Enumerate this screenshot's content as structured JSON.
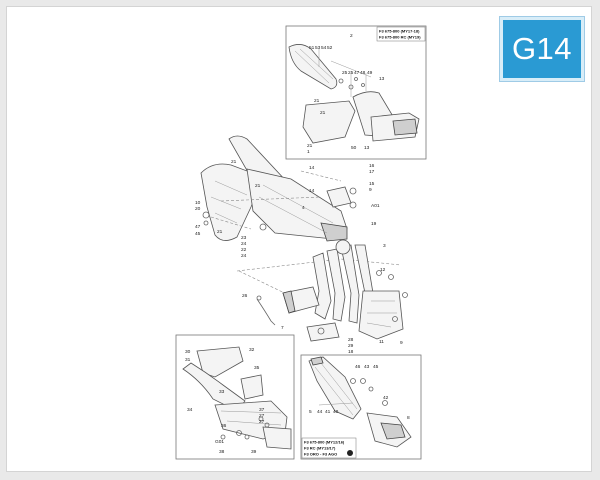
{
  "badge": {
    "label": "G14",
    "color": "#2a9ad3"
  },
  "top_box": {
    "codes": [
      "F3 675-800 (MY17-18)",
      "F3 675-800 RC (MY19)"
    ]
  },
  "bottom_right_box": {
    "codes": [
      "F3 675-800 (MY12/16)",
      "F3 RC (MY13/17)",
      "F3 ORO - F3 AGO"
    ]
  },
  "callouts": {
    "top_box": [
      "2",
      "51",
      "53",
      "54",
      "52",
      "25",
      "25",
      "47",
      "48",
      "49",
      "13",
      "21",
      "21",
      "21",
      "1",
      "50",
      "13"
    ],
    "main": [
      "21",
      "14",
      "17",
      "16",
      "15",
      "47",
      "45",
      "20",
      "10",
      "21",
      "23",
      "24",
      "22",
      "24",
      "21",
      "14",
      "9",
      "A01",
      "4",
      "19",
      "3",
      "26",
      "28",
      "29",
      "18",
      "12",
      "11",
      "9",
      "7"
    ],
    "bottom_left": [
      "30",
      "31",
      "32",
      "33",
      "34",
      "35",
      "37",
      "27",
      "27",
      "36",
      "G01",
      "38",
      "39"
    ],
    "bottom_right": [
      "46",
      "43",
      "45",
      "44",
      "41",
      "40",
      "5",
      "42",
      "8"
    ]
  }
}
